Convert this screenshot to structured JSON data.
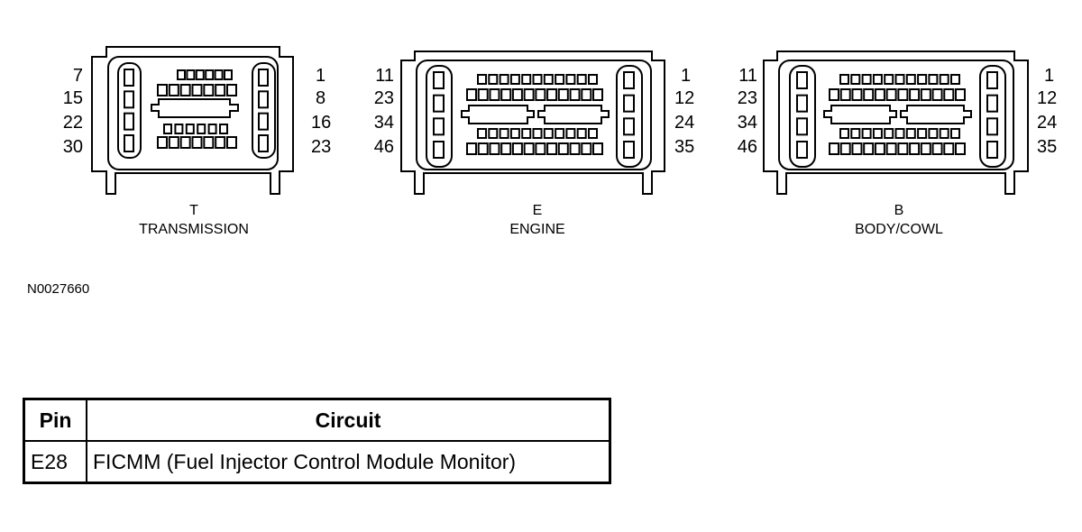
{
  "connectors": [
    {
      "letter": "T",
      "name": "TRANSMISSION",
      "left_pins": [
        "7",
        "15",
        "22",
        "30"
      ],
      "right_pins": [
        "1",
        "8",
        "16",
        "23"
      ]
    },
    {
      "letter": "E",
      "name": "ENGINE",
      "left_pins": [
        "11",
        "23",
        "34",
        "46"
      ],
      "right_pins": [
        "1",
        "12",
        "24",
        "35"
      ]
    },
    {
      "letter": "B",
      "name": "BODY/COWL",
      "left_pins": [
        "11",
        "23",
        "34",
        "46"
      ],
      "right_pins": [
        "1",
        "12",
        "24",
        "35"
      ]
    }
  ],
  "figure_id": "N0027660",
  "table": {
    "headers": [
      "Pin",
      "Circuit"
    ],
    "rows": [
      {
        "pin": "E28",
        "circuit": "FICMM (Fuel Injector Control Module Monitor)"
      }
    ]
  }
}
